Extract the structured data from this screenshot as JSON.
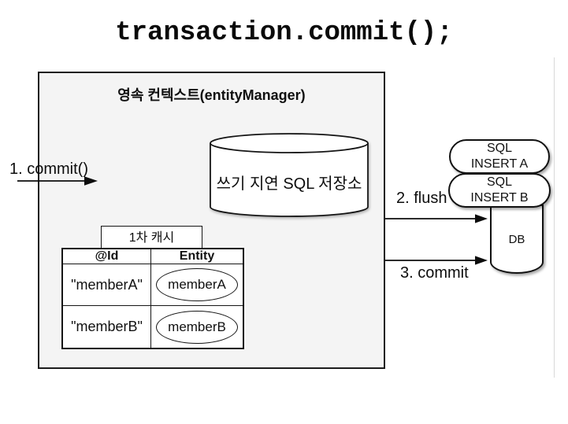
{
  "title": "transaction.commit();",
  "colors": {
    "box_background": "#f4f4f4",
    "line": "#111111",
    "shape_fill": "#ffffff",
    "background": "#ffffff"
  },
  "persistence_context": {
    "label": "영속 컨텍스트(entityManager)",
    "sql_store": "쓰기 지연 SQL 저장소",
    "cache": {
      "tab": "1차 캐시",
      "columns": [
        "@Id",
        "Entity"
      ],
      "rows": [
        {
          "id": "\"memberA\"",
          "entity": "memberA"
        },
        {
          "id": "\"memberB\"",
          "entity": "memberB"
        }
      ]
    }
  },
  "flow": {
    "step1": "1. commit()",
    "step2": "2. flush",
    "step3": "3. commit"
  },
  "sql_queue": {
    "insert_a": "SQL\nINSERT A",
    "insert_b": "SQL\nINSERT B"
  },
  "db": "DB"
}
